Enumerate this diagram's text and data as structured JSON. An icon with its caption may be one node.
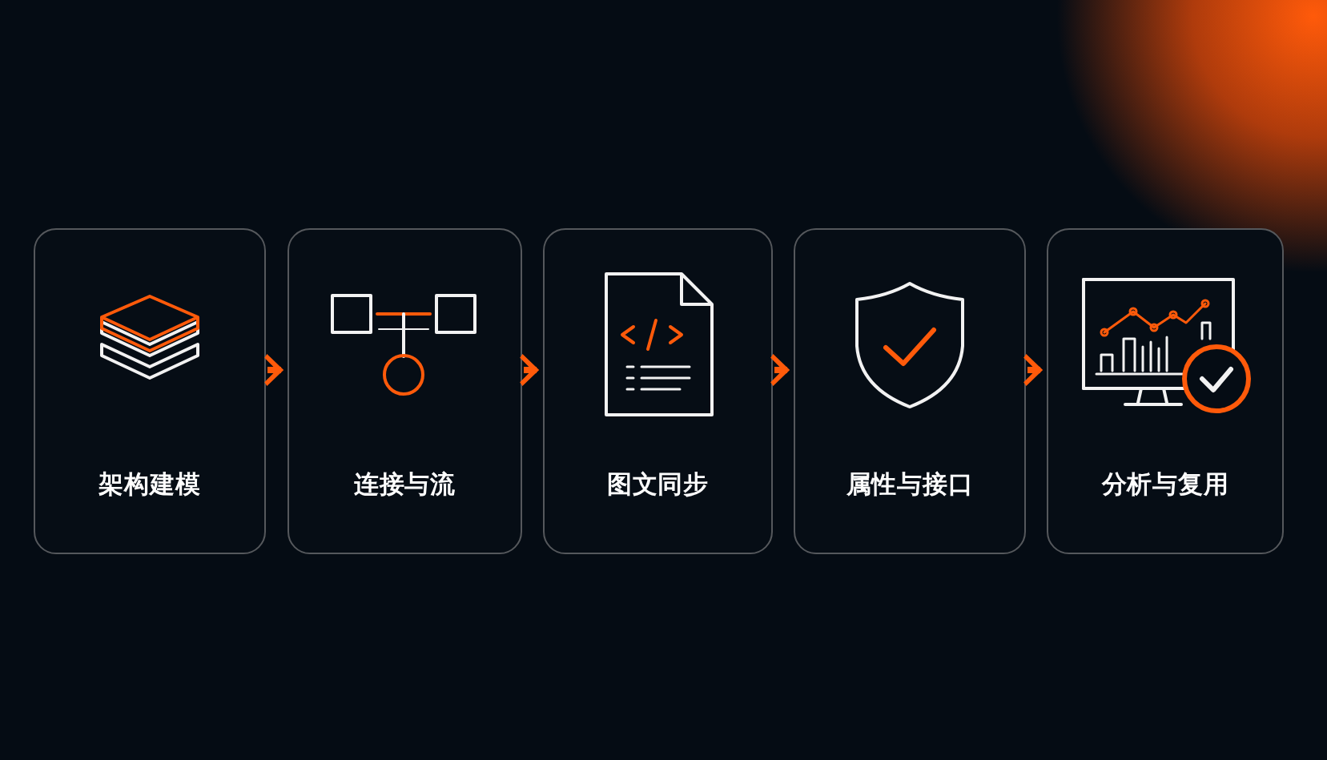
{
  "diagram": {
    "nodes": [
      {
        "text": [
          "架构建模"
        ]
      },
      {
        "text": [
          "连接与流"
        ]
      },
      {
        "text": [
          "图文同步"
        ]
      },
      {
        "text": [
          "属性与接口"
        ]
      },
      {
        "text": [
          "分析与复用"
        ]
      }
    ],
    "edges": [
      {
        "from": 0,
        "to": 1,
        "arrow": "to"
      },
      {
        "from": 1,
        "to": 2,
        "arrow": "to"
      },
      {
        "from": 2,
        "to": 3,
        "arrow": "to"
      },
      {
        "from": 3,
        "to": 4,
        "arrow": "to"
      }
    ]
  }
}
